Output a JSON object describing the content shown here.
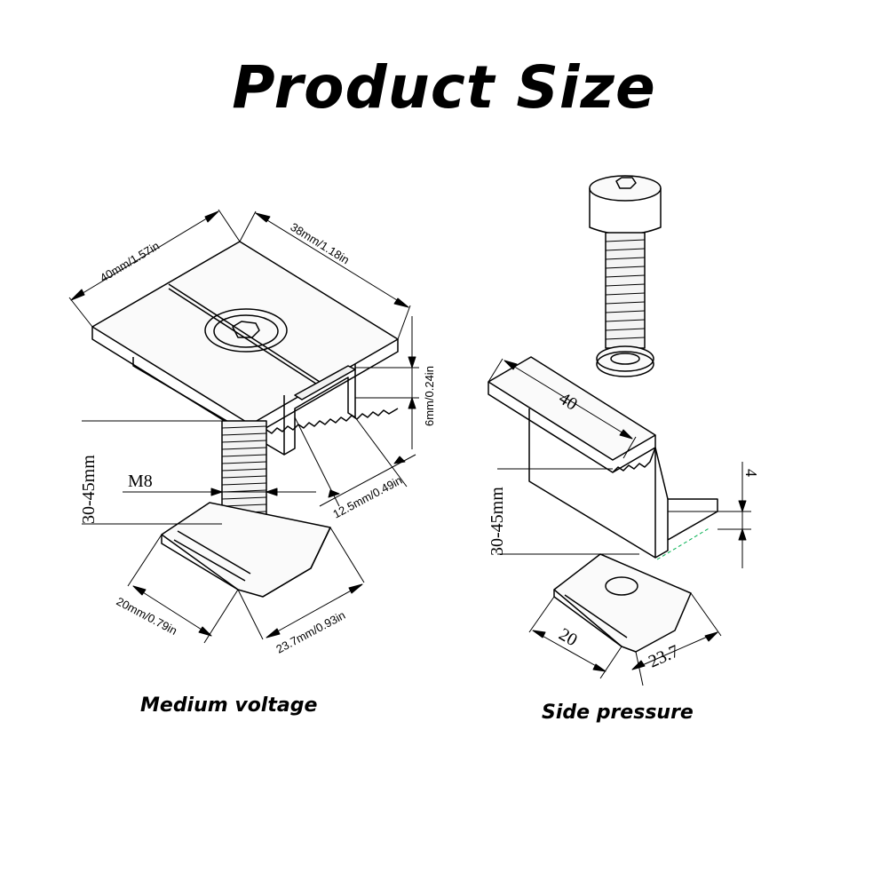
{
  "title": "Product Size",
  "mid_clamp": {
    "caption": "Medium voltage",
    "dim_top_left": "40mm/1.57in",
    "dim_top_right": "38mm/1.18in",
    "dim_slot_height": "6mm/0.24in",
    "dim_slot_width": "12.5mm/0.49in",
    "dim_height_range": "30-45mm",
    "dim_bolt": "M8",
    "dim_nut_width": "20mm/0.79in",
    "dim_nut_length": "23.7mm/0.93in"
  },
  "end_clamp": {
    "caption": "Side pressure",
    "dim_length": "40",
    "dim_thickness": "4",
    "dim_height_range": "30-45mm",
    "dim_nut_width": "20",
    "dim_nut_length": "23.7"
  }
}
